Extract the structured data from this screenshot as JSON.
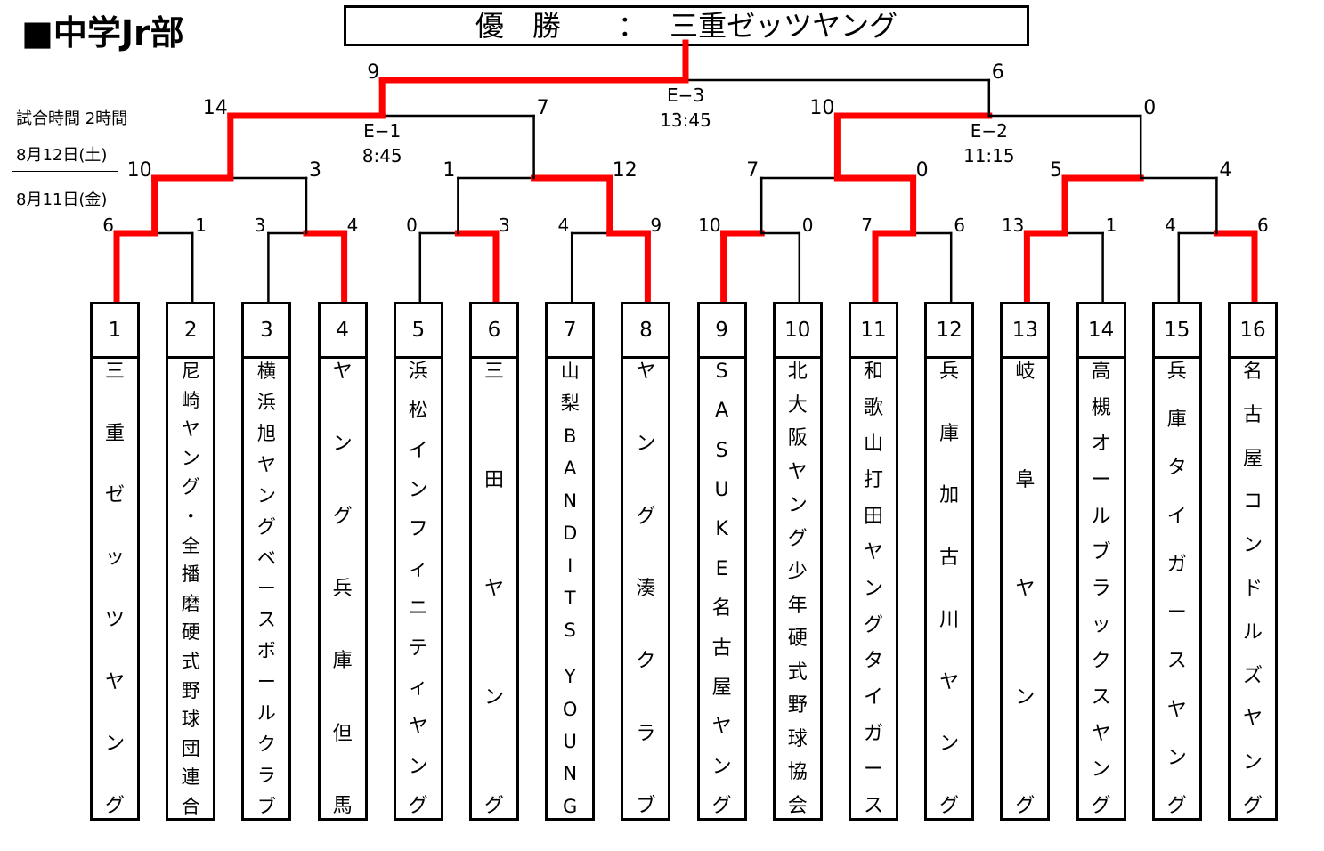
{
  "section_title": "■中学Jr部",
  "champion_banner": "優　勝　　：　 三重ゼッツヤング",
  "info": {
    "game_time": "試合時間 2時間",
    "date_day2": "8月12日(土)",
    "date_day1": "8月11日(金)"
  },
  "colors": {
    "winner_line": "#ff0000",
    "line": "#000000"
  },
  "teams": [
    {
      "num": "1",
      "name": "三重ゼッツヤング"
    },
    {
      "num": "2",
      "name": "尼崎ヤング・全播磨硬式野球団連合"
    },
    {
      "num": "3",
      "name": "横浜旭ヤングベースボールクラブ"
    },
    {
      "num": "4",
      "name": "ヤング兵庫但馬"
    },
    {
      "num": "5",
      "name": "浜松インフィニティヤング"
    },
    {
      "num": "6",
      "name": "三田ヤング"
    },
    {
      "num": "7",
      "name": "山梨BANDITS YOUNG"
    },
    {
      "num": "8",
      "name": "ヤング湊クラブ"
    },
    {
      "num": "9",
      "name": "SASUKE名古屋ヤング"
    },
    {
      "num": "10",
      "name": "北大阪ヤング少年硬式野球協会"
    },
    {
      "num": "11",
      "name": "和歌山打田ヤングタイガース"
    },
    {
      "num": "12",
      "name": "兵庫加古川ヤング"
    },
    {
      "num": "13",
      "name": "岐阜ヤング"
    },
    {
      "num": "14",
      "name": "高槻オールブラックスヤング"
    },
    {
      "num": "15",
      "name": "兵庫タイガースヤング"
    },
    {
      "num": "16",
      "name": "名古屋コンドルズヤング"
    }
  ],
  "rounds": [
    [
      {
        "scores": [
          "6",
          "1"
        ],
        "winner": 0
      },
      {
        "scores": [
          "3",
          "4"
        ],
        "winner": 1
      },
      {
        "scores": [
          "0",
          "3"
        ],
        "winner": 1
      },
      {
        "scores": [
          "4",
          "9"
        ],
        "winner": 1
      },
      {
        "scores": [
          "10",
          "0"
        ],
        "winner": 0
      },
      {
        "scores": [
          "7",
          "6"
        ],
        "winner": 0
      },
      {
        "scores": [
          "13",
          "1"
        ],
        "winner": 0
      },
      {
        "scores": [
          "4",
          "6"
        ],
        "winner": 1
      }
    ],
    [
      {
        "scores": [
          "10",
          "3"
        ],
        "winner": 0
      },
      {
        "scores": [
          "1",
          "12"
        ],
        "winner": 1
      },
      {
        "scores": [
          "7",
          "0"
        ],
        "winner": 1
      },
      {
        "scores": [
          "5",
          "4"
        ],
        "winner": 0
      }
    ],
    [
      {
        "scores": [
          "14",
          "7"
        ],
        "winner": 0,
        "code": "E−1",
        "time": "8:45"
      },
      {
        "scores": [
          "10",
          "0"
        ],
        "winner": 0,
        "code": "E−2",
        "time": "11:15"
      }
    ],
    [
      {
        "scores": [
          "9",
          "6"
        ],
        "winner": 0,
        "code": "E−3",
        "time": "13:45"
      }
    ]
  ]
}
